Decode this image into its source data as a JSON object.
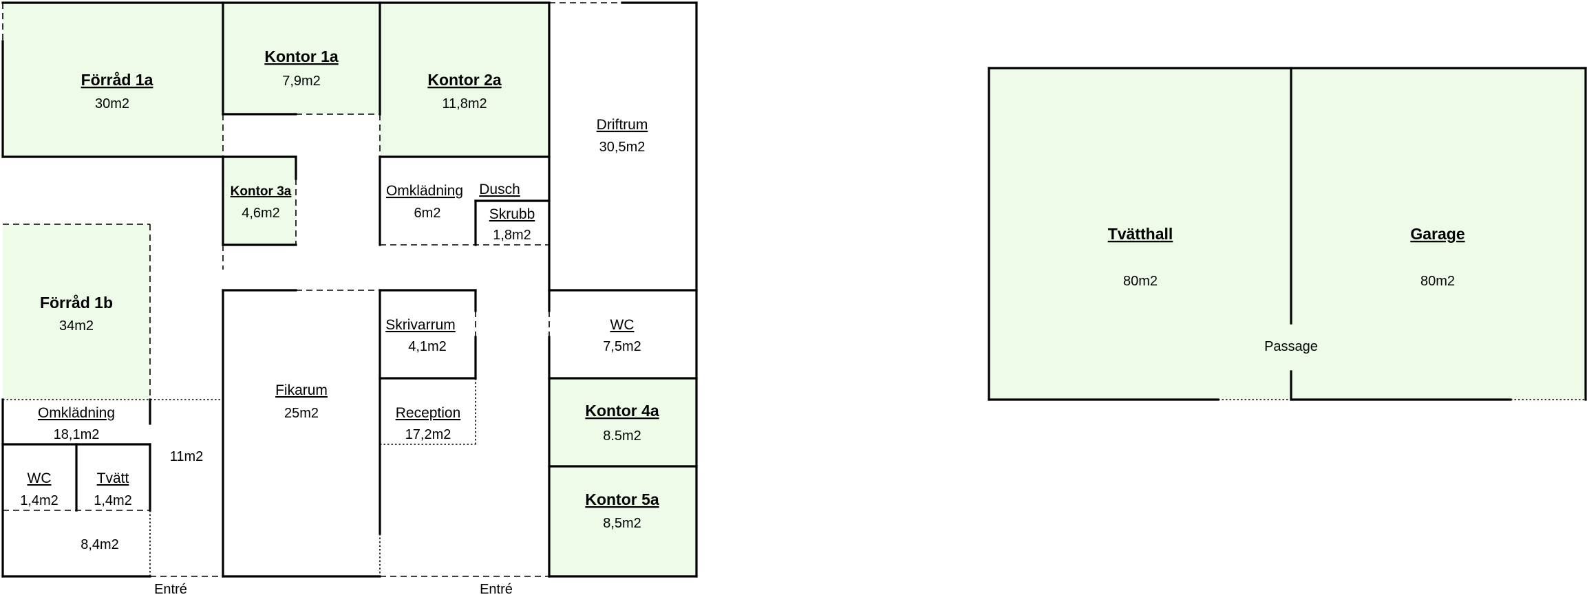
{
  "rooms": {
    "forrad_1a": {
      "name": "Förråd 1a",
      "area": "30m2"
    },
    "kontor_1a": {
      "name": "Kontor 1a",
      "area": "7,9m2"
    },
    "kontor_2a": {
      "name": "Kontor 2a",
      "area": "11,8m2"
    },
    "driftrum": {
      "name": "Driftrum",
      "area": "30,5m2"
    },
    "kontor_3a": {
      "name": "Kontor 3a",
      "area": "4,6m2"
    },
    "omkladning_1": {
      "name": "Omklädning",
      "area": "6m2"
    },
    "dusch": {
      "name": "Dusch"
    },
    "skrubb": {
      "name": "Skrubb",
      "area": "1,8m2"
    },
    "forrad_1b": {
      "name": "Förråd 1b",
      "area": "34m2"
    },
    "skrivarrum": {
      "name": "Skrivarrum",
      "area": "4,1m2"
    },
    "wc_right": {
      "name": "WC",
      "area": "7,5m2"
    },
    "fikarum": {
      "name": "Fikarum",
      "area": "25m2"
    },
    "reception": {
      "name": "Reception",
      "area": "17,2m2"
    },
    "omkladning_2": {
      "name": "Omklädning",
      "area": "18,1m2"
    },
    "kontor_4a": {
      "name": "Kontor 4a",
      "area": "8.5m2"
    },
    "corridor": {
      "area": "11m2"
    },
    "wc_left": {
      "name": "WC",
      "area": "1,4m2"
    },
    "tvatt": {
      "name": "Tvätt",
      "area": "1,4m2"
    },
    "kontor_5a": {
      "name": "Kontor 5a",
      "area": "8,5m2"
    },
    "hall_left": {
      "area": "8,4m2"
    },
    "tvatthall": {
      "name": "Tvätthall",
      "area": "80m2"
    },
    "garage": {
      "name": "Garage",
      "area": "80m2"
    }
  },
  "labels": {
    "entre_left": "Entré",
    "entre_right": "Entré",
    "passage": "Passage"
  },
  "colors": {
    "room_fill": "#eefbe8",
    "wall": "#000000"
  }
}
